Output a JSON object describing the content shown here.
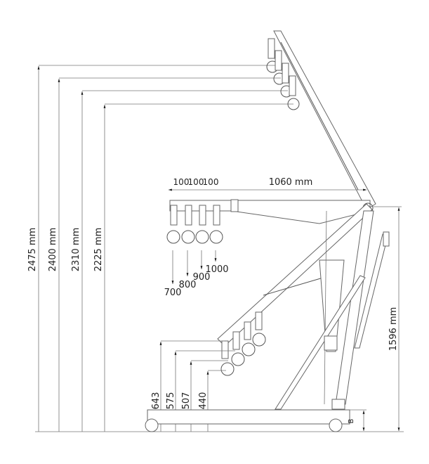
{
  "heights_top": [
    "2475 mm",
    "2400 mm",
    "2310 mm",
    "2225 mm"
  ],
  "boom_reach": "1060 mm",
  "extension_steps": [
    "100",
    "100",
    "100"
  ],
  "hook_capacities": [
    "700",
    "800",
    "900",
    "1000"
  ],
  "heights_low": [
    "643",
    "575",
    "507",
    "440"
  ],
  "pivot_height": "1596 mm",
  "base_label": "B",
  "colors": {
    "line": "#555555",
    "text": "#222222"
  }
}
